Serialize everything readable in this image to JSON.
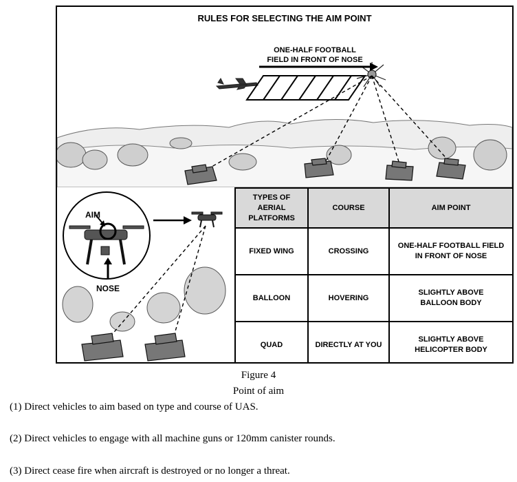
{
  "figure": {
    "title": "RULES FOR SELECTING THE AIM POINT",
    "lead_label": "ONE-HALF FOOTBALL\nFIELD IN FRONT OF NOSE",
    "callouts": {
      "aim": "AIM",
      "nose": "NOSE"
    }
  },
  "table": {
    "headers": [
      "TYPES OF\nAERIAL\nPLATFORMS",
      "COURSE",
      "AIM POINT"
    ],
    "rows": [
      [
        "FIXED WING",
        "CROSSING",
        "ONE-HALF FOOTBALL FIELD\nIN FRONT OF NOSE"
      ],
      [
        "BALLOON",
        "HOVERING",
        "SLIGHTLY ABOVE\nBALLOON BODY"
      ],
      [
        "QUAD",
        "DIRECTLY AT YOU",
        "SLIGHTLY ABOVE\nHELICOPTER BODY"
      ]
    ]
  },
  "caption": {
    "number": "Figure 4",
    "title": "Point of aim"
  },
  "paragraphs": [
    "(1) Direct vehicles to aim based on type and course of UAS.",
    "(2) Direct vehicles to engage with all machine guns or 120mm canister rounds.",
    "(3) Direct cease fire when aircraft is destroyed or no longer a threat."
  ]
}
